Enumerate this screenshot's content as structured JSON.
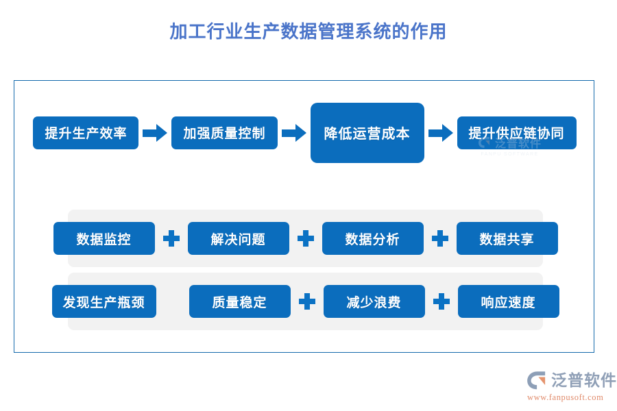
{
  "page": {
    "title": "加工行业生产数据管理系统的作用",
    "title_color": "#4a74c9",
    "accent_color": "#0b6dbd",
    "frame_border_color": "#1268ab",
    "strip_background": "#f2f2f2"
  },
  "flow": {
    "steps": [
      {
        "label": "提升生产效率",
        "emphasis": false
      },
      {
        "label": "加强质量控制",
        "emphasis": false
      },
      {
        "label": "降低运营成本",
        "emphasis": true
      },
      {
        "label": "提升供应链协同",
        "emphasis": false
      }
    ],
    "connector": "arrow-right-icon"
  },
  "rows": [
    {
      "id": "row-capabilities",
      "items": [
        {
          "label": "数据监控"
        },
        {
          "label": "解决问题"
        },
        {
          "label": "数据分析"
        },
        {
          "label": "数据共享"
        }
      ],
      "separators": [
        "plus",
        "plus",
        "plus"
      ]
    },
    {
      "id": "row-outcomes",
      "items": [
        {
          "label": "发现生产瓶颈"
        },
        {
          "label": "质量稳定"
        },
        {
          "label": "减少浪费"
        },
        {
          "label": "响应速度"
        }
      ],
      "separators": [
        "none",
        "plus",
        "plus"
      ]
    }
  ],
  "watermark": {
    "cn": "泛普软件",
    "en": "FANPU SOFTWARE"
  },
  "brand": {
    "name_cn": "泛普软件",
    "url": "www.fanpusoft.com",
    "icon": "fanpu-logo-icon",
    "name_color": "#8f9fb6",
    "url_color": "#e08a6a"
  }
}
